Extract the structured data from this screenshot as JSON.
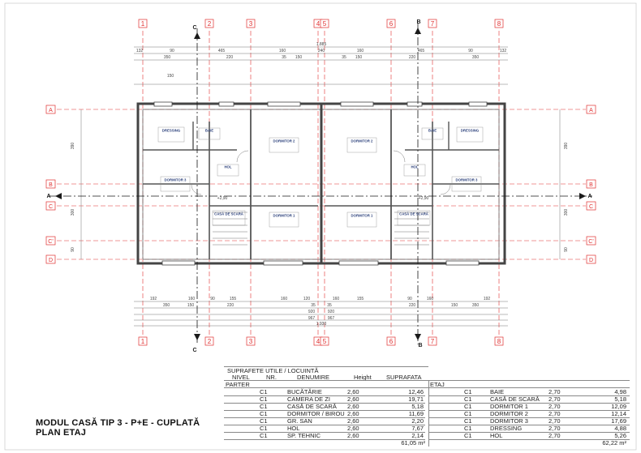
{
  "drawing": {
    "title_line1": "MODUL CASĂ TIP 3 - P+E - CUPLATĂ",
    "title_line2": "PLAN ETAJ",
    "col_markers": [
      "1",
      "2",
      "3",
      "4",
      "5",
      "6",
      "7",
      "8"
    ],
    "row_markers": [
      "A",
      "B",
      "C",
      "C'",
      "D"
    ],
    "section_markers": [
      "A",
      "B",
      "C"
    ],
    "top_dims_row1": [
      "132",
      "90",
      "465",
      "160",
      "240",
      "160",
      "465",
      "90",
      "132"
    ],
    "top_dims_row2": [
      "350",
      "220",
      "35",
      "150",
      "35",
      "150",
      "220",
      "350"
    ],
    "top_total": "1.885",
    "top_dims_row3": [
      "150"
    ],
    "bottom_dims_row1": [
      "192",
      "160",
      "90",
      "155",
      "160",
      "120",
      "160",
      "155",
      "90",
      "160",
      "192"
    ],
    "bottom_dims_row2": [
      "350",
      "150",
      "220",
      "35",
      "35",
      "220",
      "150",
      "350"
    ],
    "bottom_dims_row3": [
      "920",
      "920"
    ],
    "bottom_dims_row4": [
      "967",
      "967"
    ],
    "bottom_total": "1.930",
    "side_dims_left": [
      "390",
      "300",
      "90"
    ],
    "side_dims_right": [
      "390",
      "300",
      "90"
    ],
    "level_marks": [
      "+2,90",
      "+2,90"
    ],
    "room_labels": [
      "DRESSING",
      "BAIE",
      "DORMITOR 2",
      "DORMITOR 2",
      "BAIE",
      "DRESSING",
      "HOL",
      "HOL",
      "DORMITOR 3",
      "DORMITOR 3",
      "CASĂ DE SCARĂ",
      "DORMITOR 1",
      "DORMITOR 1",
      "CASĂ DE SCARĂ"
    ]
  },
  "table": {
    "heading": "SUPRAFETE UTILE / LOCUINTĂ",
    "columns": [
      "NIVEL",
      "NR.",
      "DENUMIRE",
      "Height",
      "SUPRAFATA"
    ],
    "parter_label": "PARTER",
    "etaj_label": "ETAJ",
    "parter_rows": [
      {
        "nr": "C1",
        "name": "BUCĂTĂRIE",
        "height": "2,60",
        "area": "12,46"
      },
      {
        "nr": "C1",
        "name": "CAMERA DE ZI",
        "height": "2,60",
        "area": "19,71"
      },
      {
        "nr": "C1",
        "name": "CASĂ DE SCARĂ",
        "height": "2,60",
        "area": "5,18"
      },
      {
        "nr": "C1",
        "name": "DORMITOR / BIROU",
        "height": "2,60",
        "area": "11,69"
      },
      {
        "nr": "C1",
        "name": "GR. SAN",
        "height": "2,60",
        "area": "2,20"
      },
      {
        "nr": "C1",
        "name": "HOL",
        "height": "2,60",
        "area": "7,67"
      },
      {
        "nr": "C1",
        "name": "SP. TEHNIC",
        "height": "2,60",
        "area": "2,14"
      }
    ],
    "parter_total": "61,05 m²",
    "etaj_rows": [
      {
        "nr": "C1",
        "name": "BAIE",
        "height": "2,70",
        "area": "4,98"
      },
      {
        "nr": "C1",
        "name": "CASĂ DE SCARĂ",
        "height": "2,70",
        "area": "5,18"
      },
      {
        "nr": "C1",
        "name": "DORMITOR 1",
        "height": "2,70",
        "area": "12,09"
      },
      {
        "nr": "C1",
        "name": "DORMITOR 2",
        "height": "2,70",
        "area": "12,14"
      },
      {
        "nr": "C1",
        "name": "DORMITOR 3",
        "height": "2,70",
        "area": "17,69"
      },
      {
        "nr": "C1",
        "name": "DRESSING",
        "height": "2,70",
        "area": "4,88"
      },
      {
        "nr": "C1",
        "name": "HOL",
        "height": "2,70",
        "area": "5,26"
      }
    ],
    "etaj_total": "62,22 m²"
  },
  "colors": {
    "axis": "#e03030",
    "section": "#1a1a1a",
    "wall": "#444444",
    "dim": "#555555",
    "room_text": "#2a3f7a"
  }
}
